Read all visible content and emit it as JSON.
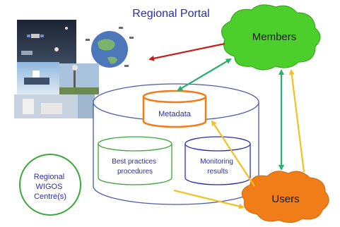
{
  "title": "Regional Portal",
  "nodes": {
    "members": "Members",
    "users": "Users",
    "metadata": "Metadata",
    "best_practices": [
      "Best practices",
      "procedures"
    ],
    "monitoring": [
      "Monitoring",
      "results"
    ],
    "regional_centre": [
      "Regional",
      "WIGOS",
      "Centre(s)"
    ]
  },
  "colors": {
    "title": "#2b2fa8",
    "cloud_green": "#4ccf2a",
    "cloud_orange": "#f07d18",
    "database_outline": "#4a5aa8",
    "metadata_outline": "#f07d18",
    "best_practices_outline": "#3aa83a",
    "monitoring_outline": "#2b2fa8",
    "centre_outline": "#3aa83a",
    "arrow_red": "#c81e1e",
    "arrow_green": "#27b06e",
    "arrow_yellow": "#f2c020"
  },
  "image": "photo-collage-satellite-instruments"
}
